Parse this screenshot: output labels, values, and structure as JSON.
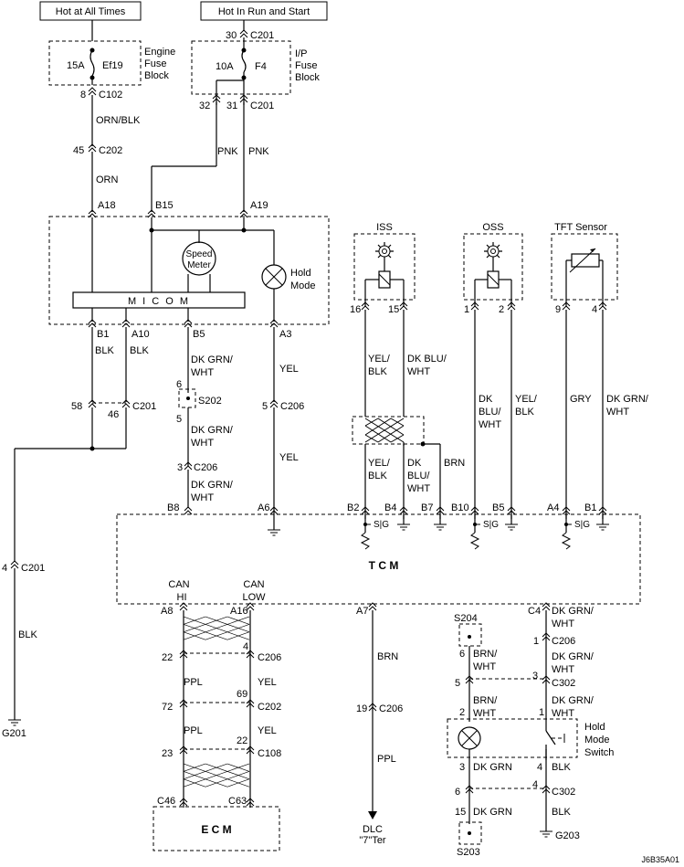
{
  "sources": {
    "hot_at_all_times": "Hot at All Times",
    "hot_in_run_start": "Hot In Run and Start"
  },
  "fuses": {
    "engine": {
      "rating": "15A",
      "id": "Ef19",
      "block_l1": "Engine",
      "block_l2": "Fuse",
      "block_l3": "Block"
    },
    "ip": {
      "rating": "10A",
      "id": "F4",
      "block_l1": "I/P",
      "block_l2": "Fuse",
      "block_l3": "Block"
    }
  },
  "connectors": {
    "c201_30": "30",
    "c201_a": "C201",
    "c102_8": "8",
    "c102": "C102",
    "c201_32": "32",
    "c201_31": "31",
    "c201_b": "C201",
    "c202_45": "45",
    "c202_a": "C202",
    "a18": "A18",
    "b15": "B15",
    "a19": "A19",
    "b1": "B1",
    "a10": "A10",
    "b5": "B5",
    "a3": "A3",
    "c201_58": "58",
    "c201_46": "46",
    "c201_c": "C201",
    "s202_6": "6",
    "s202": "S202",
    "s202_5": "5",
    "c206_5": "5",
    "c206_a": "C206",
    "c206_3": "3",
    "c206_b": "C206",
    "b8": "B8",
    "a6": "A6",
    "c201_4": "4",
    "c201_d": "C201",
    "g201": "G201",
    "iss_16": "16",
    "iss_15": "15",
    "oss_1": "1",
    "oss_2": "2",
    "tft_9": "9",
    "tft_4": "4",
    "tcm_b2": "B2",
    "tcm_b4": "B4",
    "tcm_b7": "B7",
    "tcm_b10": "B10",
    "tcm_b5": "B5",
    "tcm_a4": "A4",
    "tcm_b1": "B1",
    "a8": "A8",
    "a16": "A16",
    "a7": "A7",
    "c4": "C4",
    "c206_22": "22",
    "c206_4": "4",
    "c206_c": "C206",
    "c202_72": "72",
    "c202_69": "69",
    "c202_b": "C202",
    "c108_23": "23",
    "c108_22": "22",
    "c108": "C108",
    "c46": "C46",
    "c63": "C63",
    "c206_19": "19",
    "c206_d": "C206",
    "s204": "S204",
    "s204_6": "6",
    "c302_5": "5",
    "c302_3": "3",
    "c302_a": "C302",
    "c206_1": "1",
    "c206_e": "C206",
    "lamp_2": "2",
    "lamp_3": "3",
    "sw_1": "1",
    "sw_4": "4",
    "c302_6": "6",
    "c302_4": "4",
    "c302_b": "C302",
    "s203_15": "15",
    "s203": "S203",
    "g203": "G203"
  },
  "wires": {
    "orn_blk": "ORN/BLK",
    "orn": "ORN",
    "pnk": "PNK",
    "blk": "BLK",
    "dk_grn": "DK GRN/",
    "wht": "WHT",
    "yel": "YEL",
    "yel_": "YEL/",
    "dk_blu": "DK BLU/",
    "dk": "DK",
    "blu": "BLU/",
    "gry": "GRY",
    "brn": "BRN",
    "brn_": "BRN/",
    "ppl": "PPL",
    "dk_grn_plain": "DK GRN"
  },
  "components": {
    "micom": "M I C O M",
    "speed_l1": "Speed",
    "speed_l2": "Meter",
    "hold_l1": "Hold",
    "hold_l2": "Mode",
    "iss": "ISS",
    "oss": "OSS",
    "tft": "TFT Sensor",
    "tcm": "T  C  M",
    "ecm": "E C M",
    "sig": "S|G",
    "can": "CAN",
    "can_hi": "HI",
    "can_low": "LOW",
    "hms_l1": "Hold",
    "hms_l2": "Mode",
    "hms_l3": "Switch",
    "dlc": "DLC",
    "dlc_ter": "\"7\"Ter"
  },
  "figure_id": "J6B35A01"
}
